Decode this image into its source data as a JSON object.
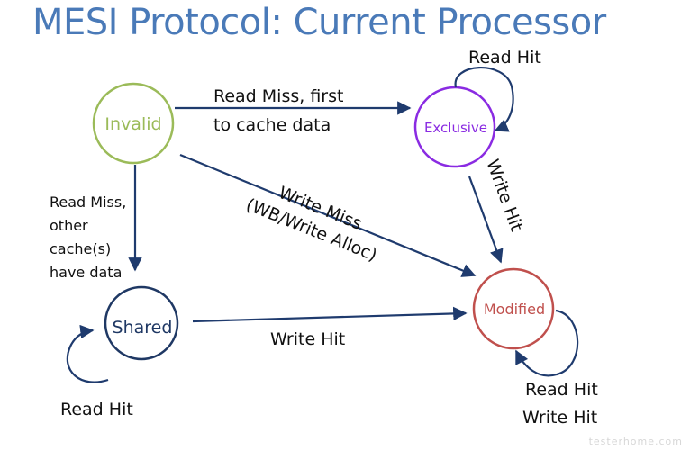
{
  "title": "MESI Protocol: Current Processor",
  "states": {
    "invalid": {
      "label": "Invalid",
      "color": "#9bbb59"
    },
    "exclusive": {
      "label": "Exclusive",
      "color": "#8a2be2"
    },
    "shared": {
      "label": "Shared",
      "color": "#1f3864"
    },
    "modified": {
      "label": "Modified",
      "color": "#c0504d"
    }
  },
  "transitions": {
    "invalid_to_exclusive": {
      "line1": "Read Miss, first",
      "line2": "to cache data"
    },
    "exclusive_self": "Read Hit",
    "invalid_to_shared": {
      "line1": "Read Miss,",
      "line2": "other",
      "line3": "cache(s)",
      "line4": "have data"
    },
    "invalid_to_modified": {
      "line1": "Write Miss",
      "line2": "(WB/Write Alloc)"
    },
    "exclusive_to_modified": "Write Hit",
    "shared_to_modified": "Write Hit",
    "shared_self": "Read Hit",
    "modified_self": {
      "line1": "Read Hit",
      "line2": "Write Hit"
    }
  },
  "watermark": "testerhome.com",
  "arrow_color": "#1f3b6e"
}
